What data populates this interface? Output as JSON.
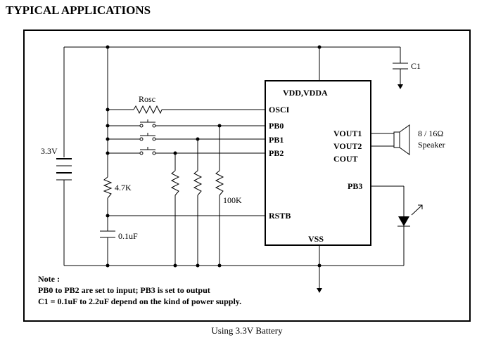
{
  "heading": "TYPICAL APPLICATIONS",
  "caption": "Using 3.3V Battery",
  "chip": {
    "header": "VDD,VDDA",
    "left_pins": [
      "OSCI",
      "PB0",
      "PB1",
      "PB2",
      "RSTB"
    ],
    "right_pins": [
      "VOUT1",
      "VOUT2",
      "COUT",
      "PB3"
    ],
    "bottom_pin": "VSS"
  },
  "components": {
    "battery": "3.3V",
    "capacitor_top": "C1",
    "rosc": "Rosc",
    "resistor_reset": "4.7K",
    "capacitor_reset": "0.1uF",
    "resistor_pulldown": "100K",
    "speaker_value": "8 / 16Ω",
    "speaker_label": "Speaker"
  },
  "notes": [
    "Note :",
    "PB0 to PB2 are set to input; PB3 is set to output",
    "C1 = 0.1uF to 2.2uF depend on the kind of power supply."
  ]
}
